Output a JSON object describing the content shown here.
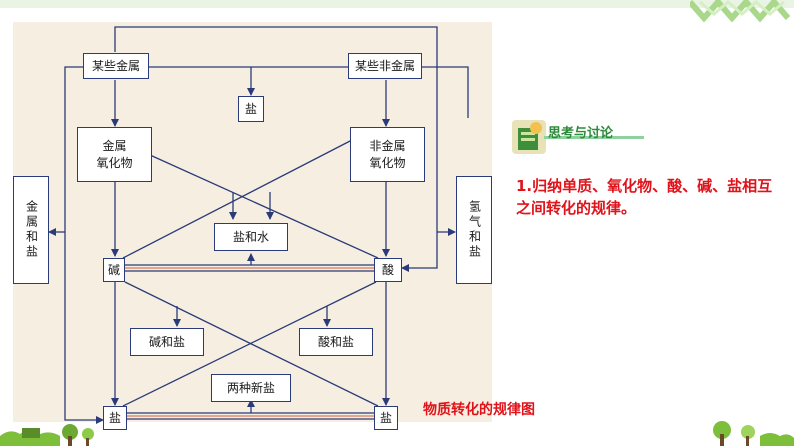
{
  "diagram": {
    "caption": "物质转化的规律图",
    "nodes": {
      "metal": "某些金属",
      "nonmetal": "某些非金属",
      "salt_top": "盐",
      "metal_oxide": "金属\n氧化物",
      "nonmetal_oxide": "非金属\n氧化物",
      "metal_and_salt": "金属和盐",
      "hydrogen_and_salt": "氢气和盐",
      "salt_and_water": "盐和水",
      "base": "碱",
      "acid": "酸",
      "base_and_salt": "碱和盐",
      "acid_and_salt": "酸和盐",
      "two_new_salts": "两种新盐",
      "salt_left": "盐",
      "salt_right": "盐"
    }
  },
  "discussion": {
    "badge_label": "思考与讨论",
    "question": "1.归纳单质、氧化物、酸、碱、盐相互之间转化的规律。"
  },
  "colors": {
    "line": "#2b3a78",
    "accent_red": "#e0131b",
    "panel_bg": "#f6efe1",
    "green_deco": "#7dbf3a"
  }
}
